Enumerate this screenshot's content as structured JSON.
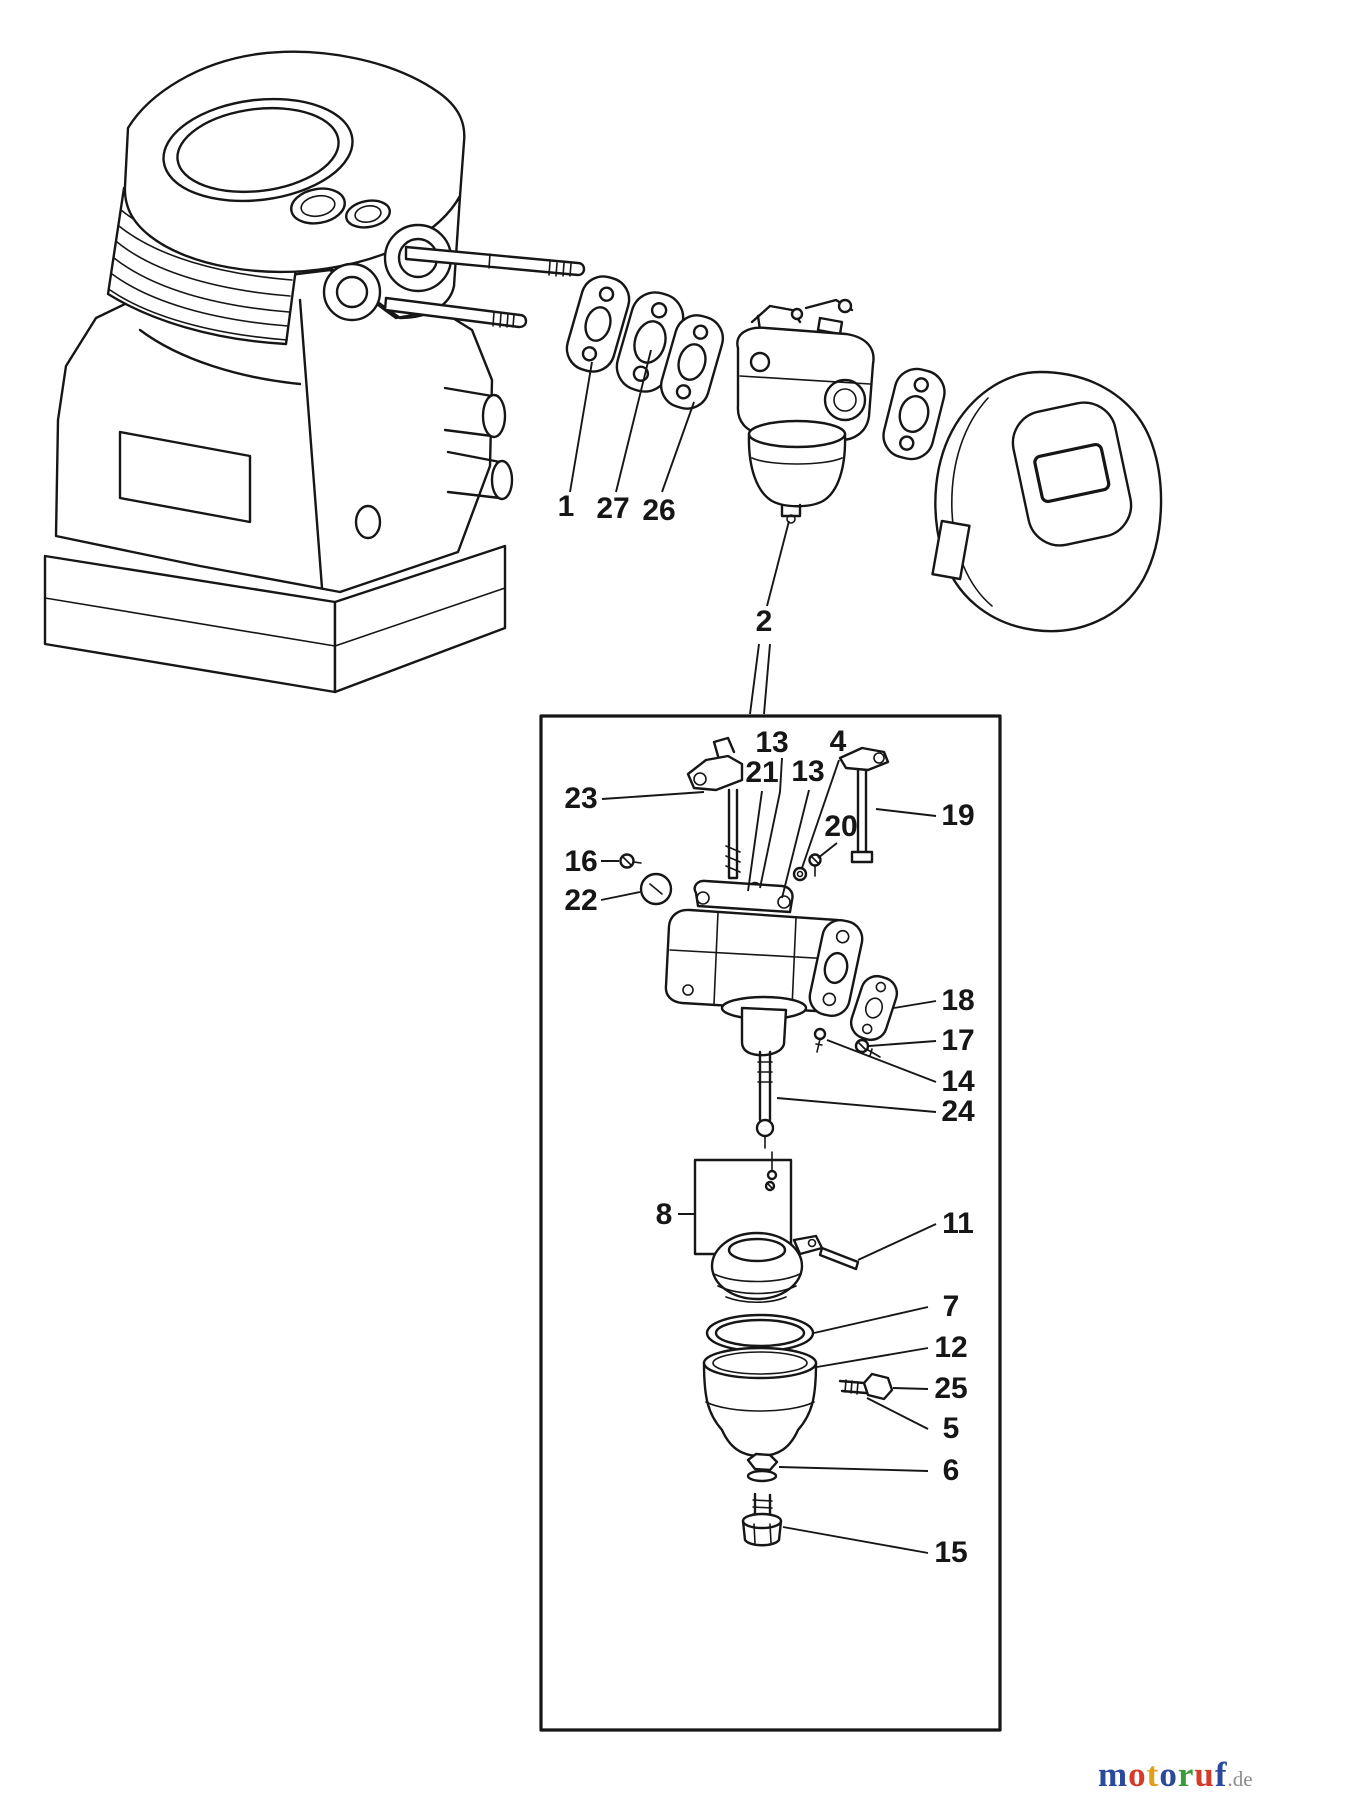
{
  "page": {
    "background": "#ffffff",
    "ink": "#161616"
  },
  "callouts": [
    {
      "id": "1",
      "text": "1"
    },
    {
      "id": "27",
      "text": "27"
    },
    {
      "id": "26",
      "text": "26"
    },
    {
      "id": "2",
      "text": "2"
    },
    {
      "id": "13a",
      "text": "13"
    },
    {
      "id": "4",
      "text": "4"
    },
    {
      "id": "21",
      "text": "21"
    },
    {
      "id": "13b",
      "text": "13"
    },
    {
      "id": "23",
      "text": "23"
    },
    {
      "id": "19",
      "text": "19"
    },
    {
      "id": "20",
      "text": "20"
    },
    {
      "id": "16",
      "text": "16"
    },
    {
      "id": "22",
      "text": "22"
    },
    {
      "id": "18",
      "text": "18"
    },
    {
      "id": "17",
      "text": "17"
    },
    {
      "id": "14",
      "text": "14"
    },
    {
      "id": "24",
      "text": "24"
    },
    {
      "id": "8",
      "text": "8"
    },
    {
      "id": "11",
      "text": "11"
    },
    {
      "id": "7",
      "text": "7"
    },
    {
      "id": "12",
      "text": "12"
    },
    {
      "id": "25",
      "text": "25"
    },
    {
      "id": "5",
      "text": "5"
    },
    {
      "id": "6",
      "text": "6"
    },
    {
      "id": "15",
      "text": "15"
    }
  ],
  "watermark": {
    "letters": [
      {
        "char": "m",
        "color": "#2b4a9b"
      },
      {
        "char": "o",
        "color": "#d43b2a"
      },
      {
        "char": "t",
        "color": "#dfa01c"
      },
      {
        "char": "o",
        "color": "#2b4a9b"
      },
      {
        "char": "r",
        "color": "#3a9b3a"
      },
      {
        "char": "u",
        "color": "#d43b2a"
      },
      {
        "char": "f",
        "color": "#2b4a9b"
      }
    ],
    "suffix": {
      "text": ".de",
      "color": "#8c8c8c"
    }
  }
}
